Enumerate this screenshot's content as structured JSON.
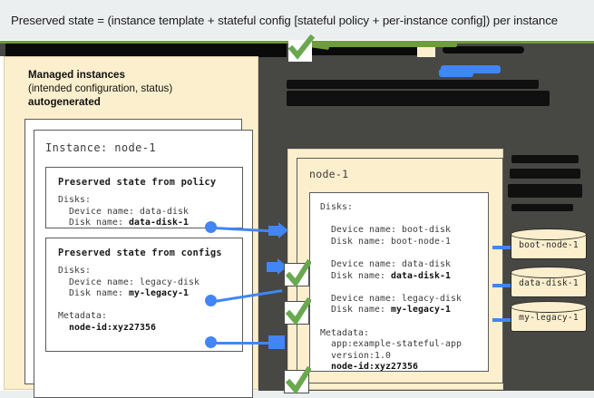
{
  "header": {
    "caption": "Preserved state = (instance template + stateful config [stateful policy + per-instance config]) per instance"
  },
  "colors": {
    "beige": "#fcefcd",
    "dark_backdrop": "#474744",
    "connector_blue": "#4285f4",
    "check_green": "#6aa84f",
    "rule_green": "#6f9c3d",
    "page_background": "#eceff0",
    "card_border": "#5b5b5b"
  },
  "left_panel": {
    "title_line1": "Managed instances",
    "title_line2": "(intended configuration, status)",
    "title_line3": "autogenerated",
    "instance_label": "Instance: node-1",
    "policy_box": {
      "title": "Preserved state from policy",
      "lines": [
        {
          "text": "Disks:",
          "bold_tail": ""
        },
        {
          "text": "  Device name: data-disk",
          "bold_tail": ""
        },
        {
          "text": "  Disk name: ",
          "bold_tail": "data-disk-1"
        }
      ]
    },
    "configs_box": {
      "title": "Preserved state from configs",
      "lines": [
        {
          "text": "Disks:",
          "bold_tail": ""
        },
        {
          "text": "  Device name: legacy-disk",
          "bold_tail": ""
        },
        {
          "text": "  Disk name: ",
          "bold_tail": "my-legacy-1"
        },
        {
          "text": "",
          "bold_tail": ""
        },
        {
          "text": "Metadata:",
          "bold_tail": ""
        },
        {
          "text": "  ",
          "bold_tail": "node-id:xyz27356"
        }
      ]
    }
  },
  "right_panel": {
    "node_label": "node-1",
    "detail_lines": [
      {
        "text": "Disks:",
        "bold_tail": ""
      },
      {
        "text": "",
        "bold_tail": ""
      },
      {
        "text": "  Device name: boot-disk",
        "bold_tail": ""
      },
      {
        "text": "  Disk name: boot-node-1",
        "bold_tail": ""
      },
      {
        "text": "",
        "bold_tail": ""
      },
      {
        "text": "  Device name: data-disk",
        "bold_tail": ""
      },
      {
        "text": "  Disk name: ",
        "bold_tail": "data-disk-1"
      },
      {
        "text": "",
        "bold_tail": ""
      },
      {
        "text": "  Device name: legacy-disk",
        "bold_tail": ""
      },
      {
        "text": "  Disk name: ",
        "bold_tail": "my-legacy-1"
      },
      {
        "text": "",
        "bold_tail": ""
      },
      {
        "text": "Metadata:",
        "bold_tail": ""
      },
      {
        "text": "  app:example-stateful-app",
        "bold_tail": ""
      },
      {
        "text": "  version:1.0",
        "bold_tail": ""
      },
      {
        "text": "  ",
        "bold_tail": "node-id:xyz27356"
      }
    ]
  },
  "disks": [
    {
      "label": "boot-node-1"
    },
    {
      "label": "data-disk-1"
    },
    {
      "label": "my-legacy-1"
    }
  ],
  "checks": [
    {
      "name": "data-disk-match"
    },
    {
      "name": "legacy-disk-match"
    },
    {
      "name": "metadata-match"
    }
  ]
}
